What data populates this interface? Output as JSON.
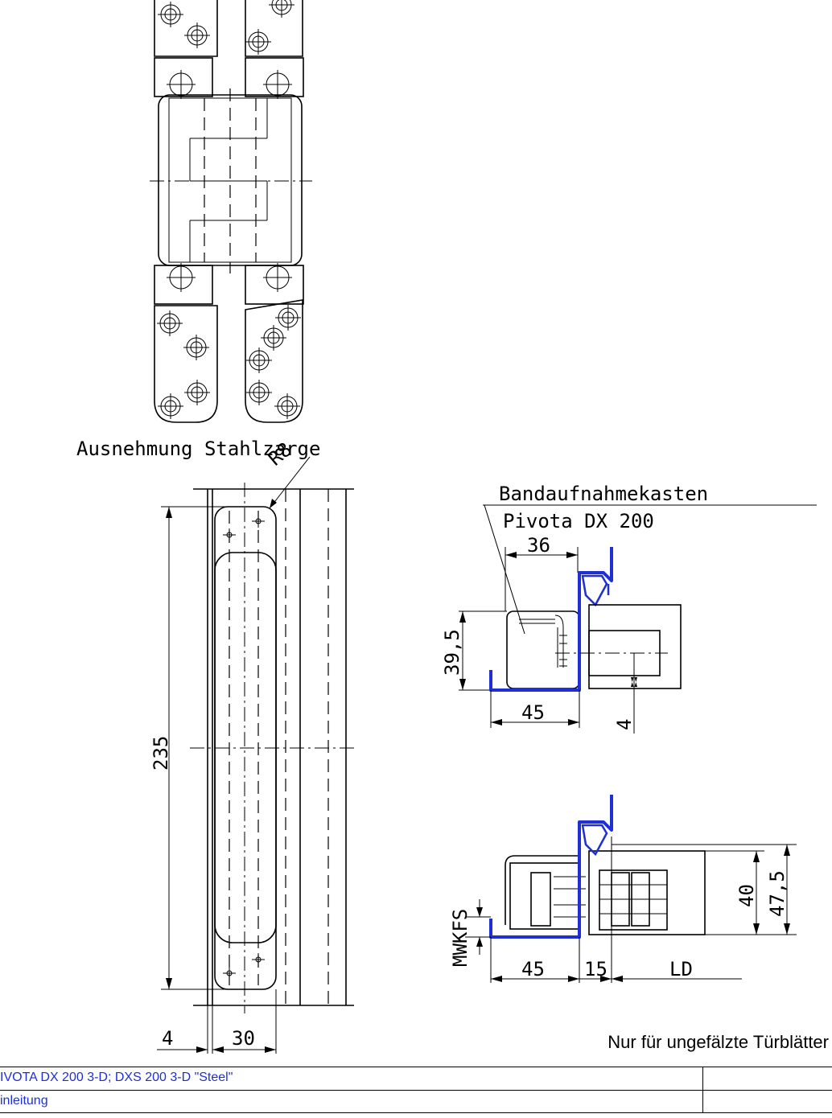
{
  "labels": {
    "ausnehmung": "Ausnehmung Stahlzarge",
    "radius": "R8",
    "kasten_line1": "Bandaufnahmekasten",
    "kasten_line2": "Pivota DX 200",
    "note": "Nur für ungefälzte Türblätter"
  },
  "dimensions": {
    "d235": "235",
    "d4_left": "4",
    "d30": "30",
    "d36": "36",
    "d39_5": "39,5",
    "d45_top": "45",
    "d4_right": "4",
    "d45_bottom": "45",
    "d15": "15",
    "dLD": "LD",
    "d40": "40",
    "d47_5": "47,5",
    "dMWKFS": "MWKFS"
  },
  "footer": {
    "row1": "IVOTA DX 200 3-D; DXS 200 3-D \"Steel\"",
    "row2": "inleitung"
  },
  "colors": {
    "accent": "#1f2fd6",
    "line": "#000000"
  }
}
